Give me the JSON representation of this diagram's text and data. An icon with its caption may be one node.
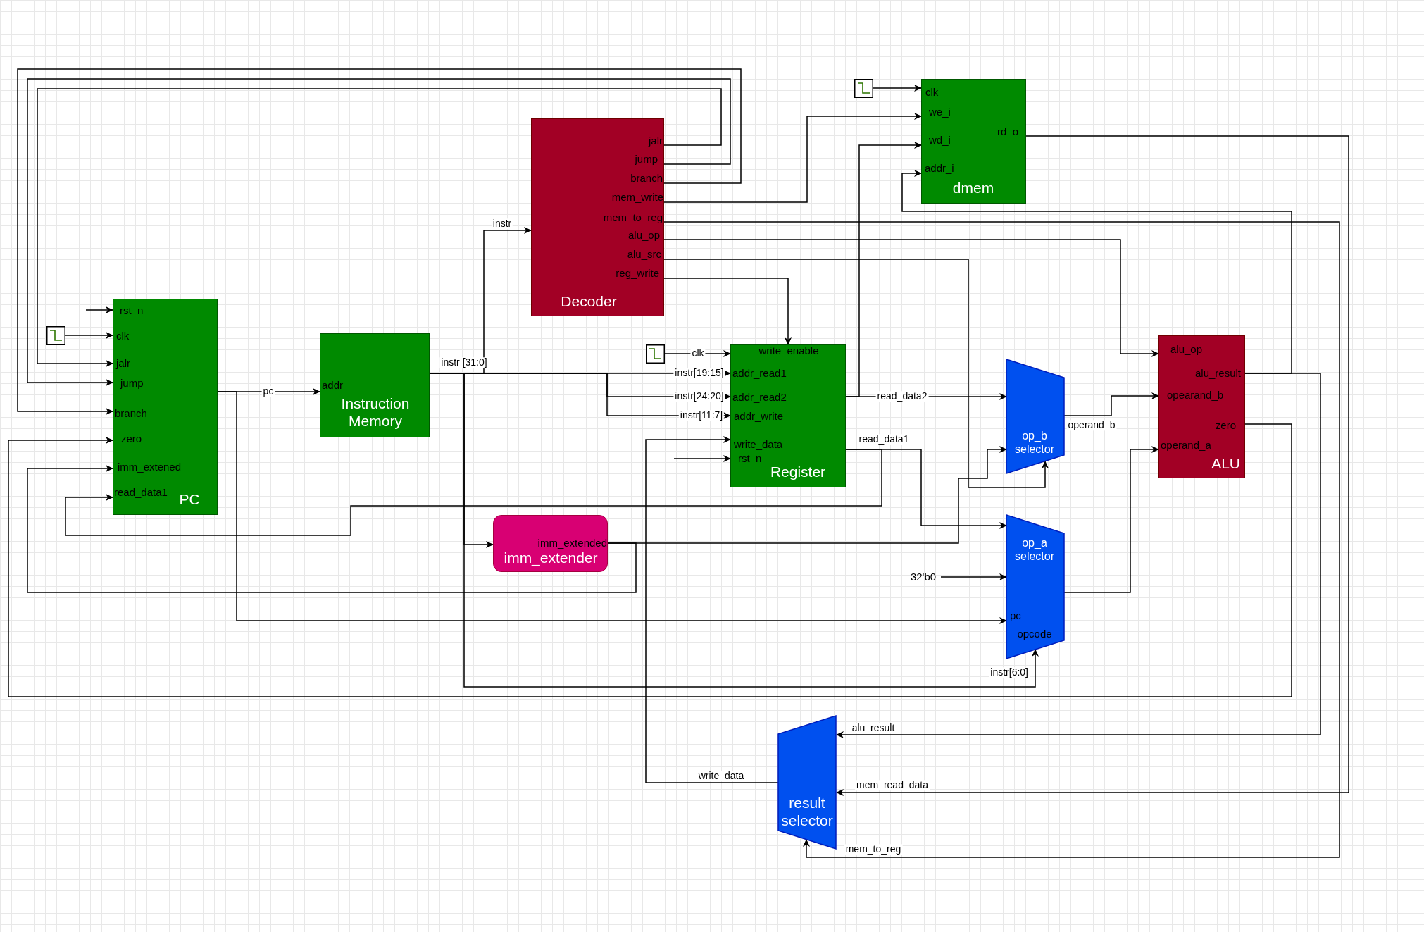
{
  "diagram": {
    "nodes": [
      {
        "text": [],
        "shape": "box"
      },
      {
        "text": [
          "clk",
          "we_i",
          "wd_i",
          "addr_i",
          "rd_o",
          "dmem"
        ]
      },
      {
        "text": [
          "jalr",
          "jump",
          "branch",
          "mem_write",
          "mem_to_reg",
          "alu_op",
          "alu_src",
          "reg_write",
          "Decoder"
        ]
      },
      {
        "text": [],
        "shape": "box"
      },
      {
        "text": [
          "rst_n",
          "clk",
          "jalr",
          "jump",
          "branch",
          "zero",
          "imm_extened",
          "read_data1",
          "PC"
        ]
      },
      {
        "text": [
          "addr",
          "Instruction Memory"
        ]
      },
      {
        "text": [],
        "shape": "box"
      },
      {
        "text": [
          "write_enable",
          "addr_read1",
          "addr_read2",
          "addr_write",
          "write_data",
          "rst_n",
          "Register"
        ]
      },
      {
        "text": [
          "alu_op",
          "alu_result",
          "opearand_b",
          "zero",
          "operand_a",
          "ALU"
        ]
      },
      {
        "text": [
          "op_b selector"
        ]
      },
      {
        "text": [
          "imm_extended",
          "imm_extender"
        ]
      },
      {
        "text": [
          "op_a selector",
          "pc",
          "opcode"
        ]
      },
      {
        "text": [
          "32'b0"
        ]
      },
      {
        "text": [
          "result selector"
        ]
      }
    ],
    "edges": [
      {
        "from": 2,
        "to": 4,
        "arrow": "to"
      },
      {
        "from": 2,
        "to": 4,
        "arrow": "to"
      },
      {
        "from": 2,
        "to": 4,
        "arrow": "to"
      },
      {
        "from": 2,
        "to": 1,
        "arrow": "to"
      },
      {
        "from": 2,
        "to": 13,
        "arrow": "to",
        "label": "mem_to_reg"
      },
      {
        "from": 2,
        "to": 8,
        "arrow": "to"
      },
      {
        "from": 2,
        "to": 9,
        "arrow": "to"
      },
      {
        "from": 2,
        "to": 7,
        "arrow": "to"
      },
      {
        "from": 5,
        "to": 2,
        "arrow": "to",
        "label": "instr"
      },
      {
        "from": 5,
        "to": 7,
        "arrow": "to",
        "label": "instr[19:15]"
      },
      {
        "from": 5,
        "to": 7,
        "arrow": "to",
        "label": "instr[24:20]"
      },
      {
        "from": 5,
        "to": 7,
        "arrow": "to",
        "label": "instr[11:7]"
      },
      {
        "from": 5,
        "to": 10,
        "arrow": "to"
      },
      {
        "from": 5,
        "to": 11,
        "arrow": "to",
        "label": "instr[6:0]"
      },
      {
        "from": 4,
        "to": 5,
        "arrow": "to",
        "label": "pc"
      },
      {
        "from": 4,
        "to": 11,
        "arrow": "to"
      },
      {
        "from": 7,
        "to": 9,
        "arrow": "to",
        "label": "read_data2"
      },
      {
        "from": 7,
        "to": 1,
        "arrow": "to"
      },
      {
        "from": 7,
        "to": 11,
        "arrow": "to",
        "label": "read_data1"
      },
      {
        "from": 7,
        "to": 4,
        "arrow": "to"
      },
      {
        "from": 10,
        "to": 9,
        "arrow": "to"
      },
      {
        "from": 10,
        "to": 4,
        "arrow": "to"
      },
      {
        "from": 9,
        "to": 8,
        "arrow": "to",
        "label": "operand_b"
      },
      {
        "from": 11,
        "to": 8,
        "arrow": "to"
      },
      {
        "from": 12,
        "to": 11,
        "arrow": "to"
      },
      {
        "from": 8,
        "to": 1,
        "arrow": "to"
      },
      {
        "from": 8,
        "to": 13,
        "arrow": "to",
        "label": "alu_result"
      },
      {
        "from": 8,
        "to": 4,
        "arrow": "to"
      },
      {
        "from": 1,
        "to": 13,
        "arrow": "to",
        "label": "mem_read_data"
      },
      {
        "from": 13,
        "to": 7,
        "arrow": "to",
        "label": "write_data"
      },
      {
        "from": 3,
        "to": 4,
        "arrow": "to"
      },
      {
        "from": 6,
        "to": 7,
        "arrow": "to",
        "label": "clk"
      },
      {
        "from": 0,
        "to": 1,
        "arrow": "to"
      },
      {
        "from": null,
        "to": 4,
        "arrow": "to"
      },
      {
        "from": null,
        "to": 7,
        "arrow": "to"
      }
    ],
    "labels": [
      "instr [31:0]"
    ]
  }
}
